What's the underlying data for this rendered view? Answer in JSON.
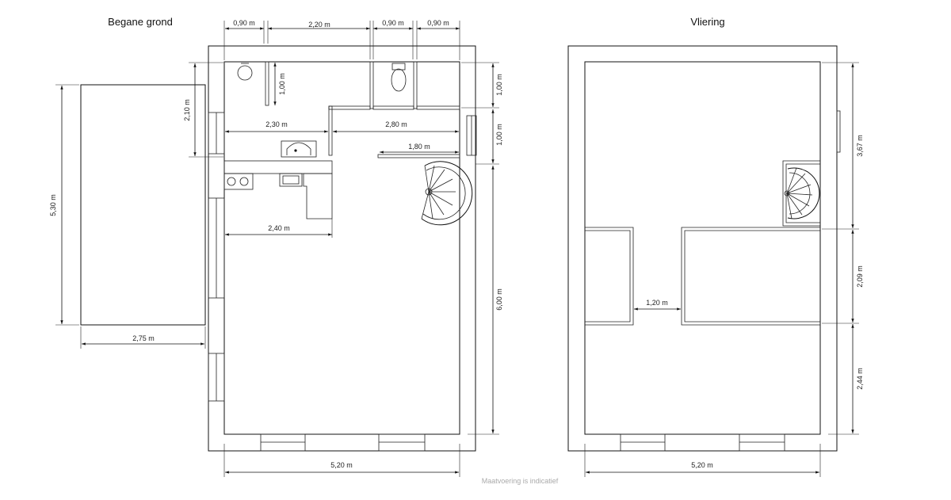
{
  "titles": {
    "ground_floor": "Begane grond",
    "attic": "Vliering"
  },
  "dims": {
    "gf_top_090_a": "0,90 m",
    "gf_top_220": "2,20 m",
    "gf_top_090_b": "0,90 m",
    "gf_top_090_c": "0,90 m",
    "gf_230": "2,30 m",
    "gf_280": "2,80 m",
    "gf_180": "1,80 m",
    "gf_240": "2,40 m",
    "gf_100_inner": "1,00 m",
    "gf_210": "2,10 m",
    "gf_100_right_a": "1,00 m",
    "gf_100_right_b": "1,00 m",
    "gf_600": "6,00 m",
    "gf_520": "5,20 m",
    "ext_530": "5,30 m",
    "ext_275": "2,75 m",
    "at_120": "1,20 m",
    "at_367": "3,67 m",
    "at_209": "2,09 m",
    "at_244": "2,44 m",
    "at_520": "5,20 m"
  },
  "footnote": "Maatvoering is indicatief"
}
